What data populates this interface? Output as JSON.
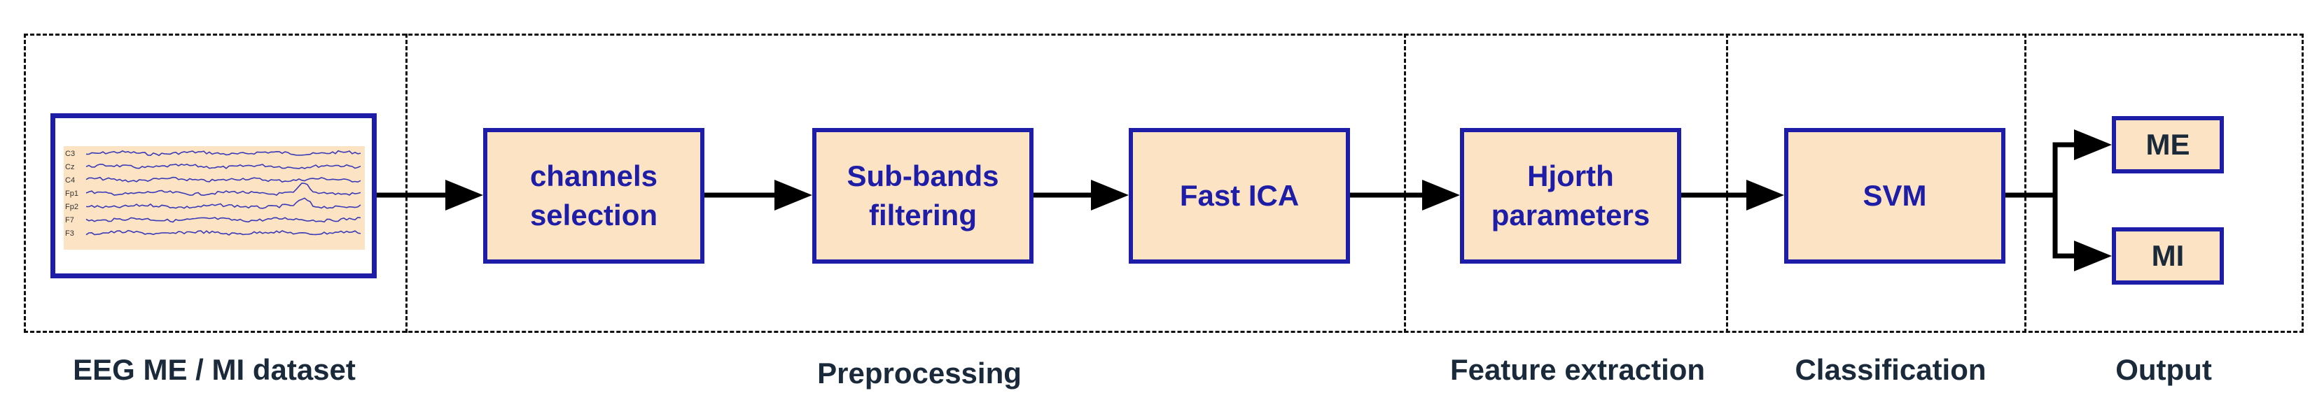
{
  "sections": {
    "dataset_label": "EEG ME / MI dataset",
    "preprocessing_label": "Preprocessing",
    "feature_label": "Feature extraction",
    "classification_label": "Classification",
    "output_label": "Output"
  },
  "eeg_channels": [
    "C3",
    "Cz",
    "C4",
    "Fp1",
    "Fp2",
    "F7",
    "F3"
  ],
  "blocks": {
    "channels_selection": [
      "channels",
      "selection"
    ],
    "sub_bands_filtering": [
      "Sub-bands",
      "filtering"
    ],
    "fast_ica": "Fast ICA",
    "hjorth": [
      "Hjorth",
      "parameters"
    ],
    "svm": "SVM"
  },
  "outputs": {
    "me": "ME",
    "mi": "MI"
  },
  "colors": {
    "box_fill": "#fbe3c3",
    "box_border": "#1d1da8",
    "box_text": "#1d1da8",
    "label_text": "#1a2a3a",
    "eeg_trace": "#3a3ab8"
  }
}
